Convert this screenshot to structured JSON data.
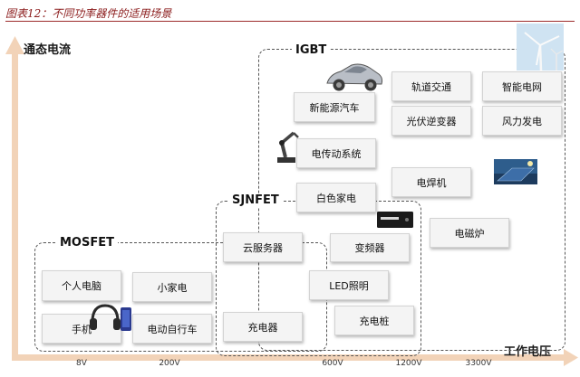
{
  "caption": "图表12：不同功率器件的适用场景",
  "axes": {
    "y_title": "通态电流",
    "x_title": "工作电压"
  },
  "x_ticks": [
    "8V",
    "200V",
    "600V",
    "1200V",
    "3300V"
  ],
  "groups": {
    "mosfet": "MOSFET",
    "sjnfet": "SJNFET",
    "igbt": "IGBT"
  },
  "apps": {
    "mosfet": [
      "个人电脑",
      "小家电",
      "手机",
      "电动自行车"
    ],
    "sjnfet": [
      "云服务器",
      "充电器",
      "变频器",
      "LED照明",
      "充电桩"
    ],
    "igbt": [
      "新能源汽车",
      "轨道交通",
      "智能电网",
      "光伏逆变器",
      "风力发电",
      "电传动系统",
      "电焊机",
      "白色家电",
      "电磁炉"
    ]
  },
  "colors": {
    "axis": "#f2d3b8",
    "caption": "#8a1a1a"
  }
}
